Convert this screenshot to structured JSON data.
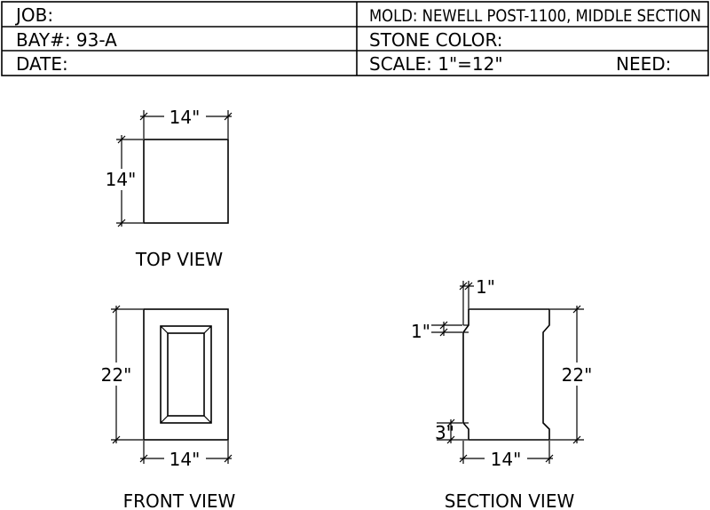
{
  "title_block": {
    "job_label": "JOB:",
    "bay_label": "BAY#: 93-A",
    "date_label": "DATE:",
    "mold_label": "MOLD: NEWELL POST-1100, MIDDLE SECTION",
    "stone_color_label": "STONE COLOR:",
    "scale_label": "SCALE: 1\"=12\"",
    "need_label": "NEED:"
  },
  "top_view": {
    "caption": "TOP VIEW",
    "width_dim": "14\"",
    "depth_dim": "14\""
  },
  "front_view": {
    "caption": "FRONT VIEW",
    "height_dim": "22\"",
    "width_dim": "14\""
  },
  "section_view": {
    "caption": "SECTION VIEW",
    "top_offset_dim": "1\"",
    "side_recess_dim": "1\"",
    "bottom_recess_dim": "3\"",
    "height_dim": "22\"",
    "width_dim": "14\""
  }
}
